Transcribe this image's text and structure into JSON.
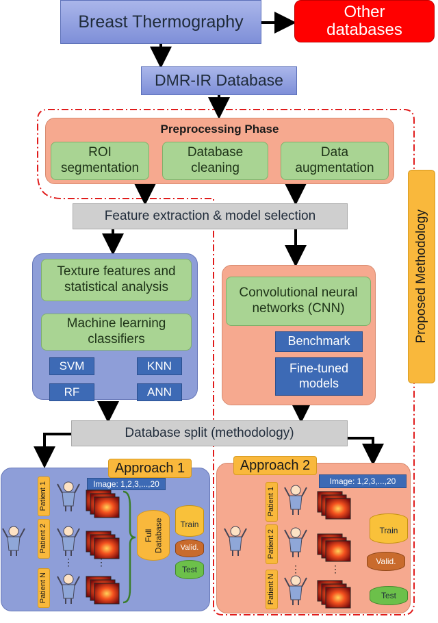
{
  "top": {
    "breast_thermography": "Breast Thermography",
    "other_databases": "Other databases",
    "dmr_ir": "DMR-IR Database"
  },
  "preprocessing": {
    "title": "Preprocessing Phase",
    "roi": "ROI segmentation",
    "cleaning": "Database cleaning",
    "augmentation": "Data augmentation"
  },
  "feature_extraction": "Feature extraction & model selection",
  "proposed_methodology": "Proposed Methodology",
  "ml_branch": {
    "texture": "Texture features and statistical analysis",
    "classifiers": "Machine learning classifiers",
    "svm": "SVM",
    "knn": "KNN",
    "rf": "RF",
    "ann": "ANN"
  },
  "cnn_branch": {
    "cnn": "Convolutional neural networks (CNN)",
    "benchmark": "Benchmark",
    "finetuned": "Fine-tuned models"
  },
  "database_split": "Database split (methodology)",
  "approach1": {
    "title": "Approach 1",
    "image_label": "Image: 1,2,3,...,20",
    "patient1": "Patient 1",
    "patient2": "Patient 2",
    "patientN": "Patient N",
    "full_db": "Full Database",
    "train": "Train",
    "valid": "Valid.",
    "test": "Test"
  },
  "approach2": {
    "title": "Approach 2",
    "image_label": "Image: 1,2,3,...,20",
    "patient1": "Patient 1",
    "patient2": "Patient 2",
    "patientN": "Patient N",
    "train": "Train",
    "valid": "Valid.",
    "test": "Test"
  },
  "colors": {
    "arrow": "#000000",
    "dashed_red": "#e01b1b",
    "other_db": "#ff0000",
    "green_arrow": "#2fb84a"
  }
}
